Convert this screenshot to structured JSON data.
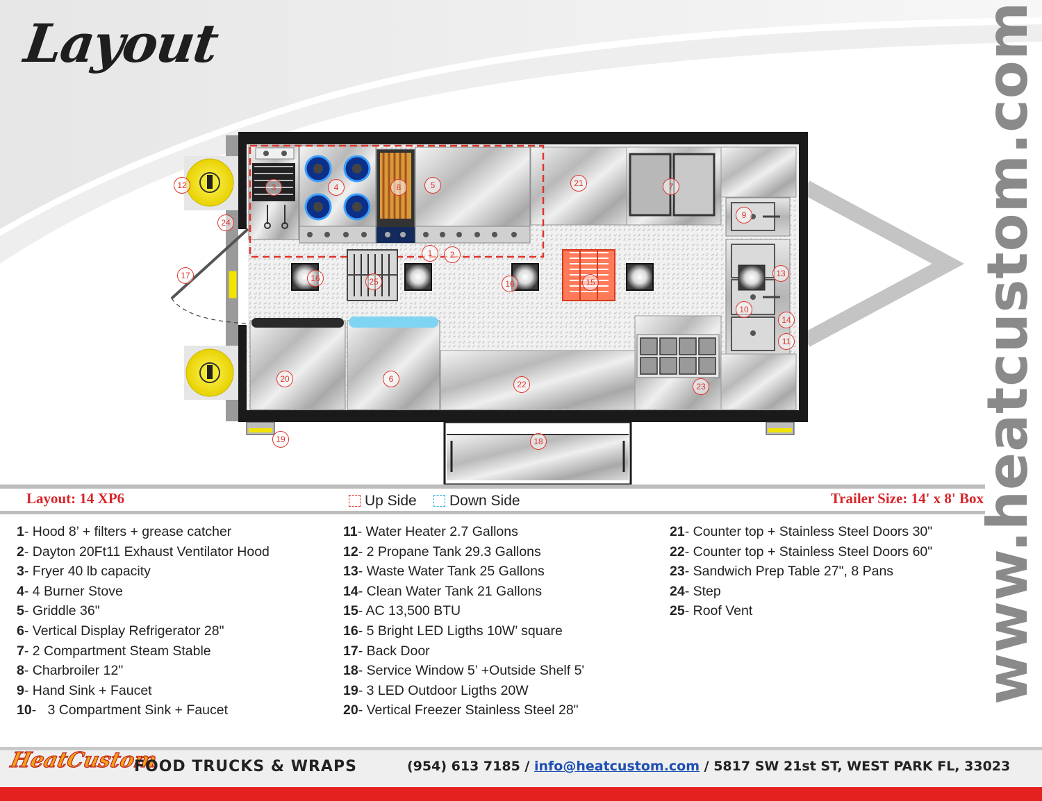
{
  "header": {
    "title": "Layout"
  },
  "website": "www.heatcustom.com",
  "plan": {
    "callouts": [
      {
        "n": "1"
      },
      {
        "n": "2"
      },
      {
        "n": "3"
      },
      {
        "n": "4"
      },
      {
        "n": "5"
      },
      {
        "n": "6"
      },
      {
        "n": "7"
      },
      {
        "n": "8"
      },
      {
        "n": "9"
      },
      {
        "n": "10"
      },
      {
        "n": "11"
      },
      {
        "n": "12"
      },
      {
        "n": "13"
      },
      {
        "n": "14"
      },
      {
        "n": "15"
      },
      {
        "n": "16"
      },
      {
        "n": "16"
      },
      {
        "n": "17"
      },
      {
        "n": "18"
      },
      {
        "n": "19"
      },
      {
        "n": "20"
      },
      {
        "n": "21"
      },
      {
        "n": "22"
      },
      {
        "n": "23"
      },
      {
        "n": "24"
      },
      {
        "n": "25"
      }
    ]
  },
  "info_bar": {
    "layout_name": "Layout: 14 XP6",
    "legend": [
      {
        "label": "Up Side",
        "color": "#e0342c"
      },
      {
        "label": "Down Side",
        "color": "#29a8df"
      }
    ],
    "trailer_size": "Trailer Size: 14' x 8' Box"
  },
  "items": [
    [
      {
        "num": "1",
        "text": "Hood 8’ + filters + grease catcher"
      },
      {
        "num": "2",
        "text": "Dayton 20Ft11 Exhaust Ventilator Hood"
      },
      {
        "num": "3",
        "text": "Fryer 40 lb capacity"
      },
      {
        "num": "4",
        "text": "4 Burner  Stove"
      },
      {
        "num": "5",
        "text": "Griddle 36\""
      },
      {
        "num": "6",
        "text": "Vertical Display Refrigerator 28\""
      },
      {
        "num": "7",
        "text": "2 Compartment Steam Stable"
      },
      {
        "num": "8",
        "text": "Charbroiler 12\""
      },
      {
        "num": "9",
        "text": "Hand Sink + Faucet"
      },
      {
        "num": "10",
        "text": "  3 Compartment Sink + Faucet"
      }
    ],
    [
      {
        "num": "11",
        "text": "Water Heater 2.7 Gallons"
      },
      {
        "num": "12",
        "text": "2 Propane Tank 29.3 Gallons"
      },
      {
        "num": "13",
        "text": "Waste Water Tank 25 Gallons"
      },
      {
        "num": "14",
        "text": "Clean Water Tank 21 Gallons"
      },
      {
        "num": "15",
        "text": "AC 13,500 BTU"
      },
      {
        "num": "16",
        "text": "5 Bright LED Ligths 10W’ square"
      },
      {
        "num": "17",
        "text": "Back Door"
      },
      {
        "num": "18",
        "text": "Service Window 5’ +Outside Shelf 5'"
      },
      {
        "num": "19",
        "text": "3 LED Outdoor Ligths 20W"
      },
      {
        "num": "20",
        "text": "Vertical Freezer Stainless Steel  28\""
      }
    ],
    [
      {
        "num": "21",
        "text": "Counter top + Stainless Steel Doors 30\""
      },
      {
        "num": "22",
        "text": "Counter top + Stainless Steel Doors 60\""
      },
      {
        "num": "23",
        "text": "Sandwich Prep Table 27\", 8 Pans"
      },
      {
        "num": "24",
        "text": "Step"
      },
      {
        "num": "25",
        "text": "Roof Vent"
      }
    ]
  ],
  "footer": {
    "brand": "HeatCustom",
    "tagline": "FOOD TRUCKS & WRAPS",
    "phone": "(954) 613 7185",
    "sep1": " / ",
    "email": "info@heatcustom.com",
    "sep2": " / ",
    "address": "5817 SW 21st ST, WEST PARK FL, 33023"
  }
}
